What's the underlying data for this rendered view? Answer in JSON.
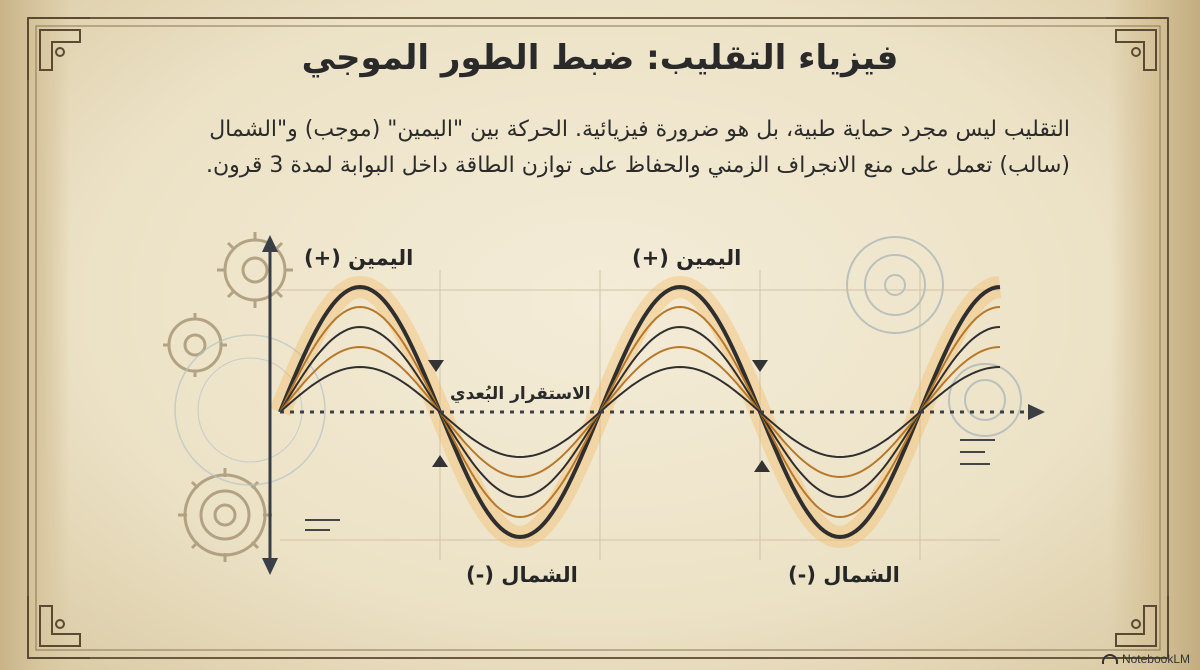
{
  "title": "فيزياء التقليب: ضبط الطور الموجي",
  "description": {
    "line1": "التقليب ليس مجرد حماية طبية، بل هو ضرورة فيزيائية. الحركة بين \"اليمين\" (موجب) و\"الشمال",
    "line2": "(سالب) تعمل على منع الانجراف الزمني والحفاظ على توازن الطاقة داخل البوابة لمدة 3 قرون."
  },
  "wave_labels": {
    "peak_left": "اليمين (+)",
    "peak_right": "اليمين (+)",
    "trough_left": "الشمال (-)",
    "trough_right": "الشمال (-)",
    "center": "الاستقرار البُعدي"
  },
  "watermark": "NotebookLM",
  "colors": {
    "background": "#efe6cf",
    "wave_dark": "#2f2f2f",
    "wave_gold": "#b8782a",
    "glow": "#f3b45a",
    "frame": "#6b5a3e"
  },
  "icons": [
    "gear-icon",
    "arrow-icon"
  ]
}
